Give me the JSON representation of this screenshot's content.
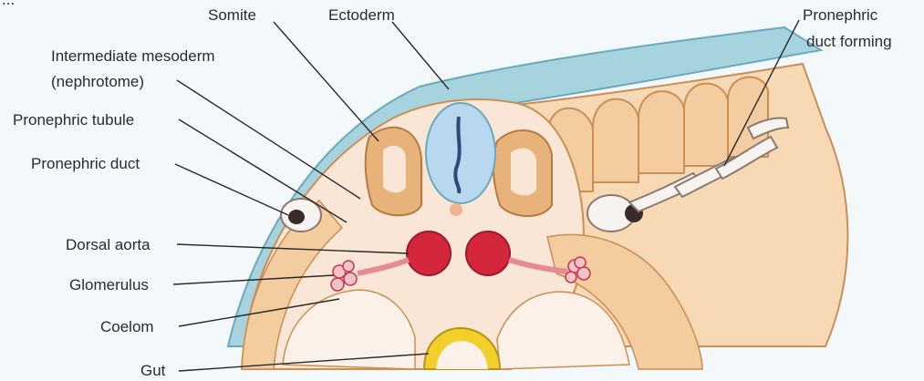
{
  "header_fragment": "...",
  "labels": {
    "somite": "Somite",
    "ectoderm": "Ectoderm",
    "pronephric_duct_forming_1": "Pronephric",
    "pronephric_duct_forming_2": "duct forming",
    "intermediate_mesoderm_1": "Intermediate mesoderm",
    "intermediate_mesoderm_2": "(nephrotome)",
    "pronephric_tubule": "Pronephric tubule",
    "pronephric_duct": "Pronephric duct",
    "dorsal_aorta": "Dorsal aorta",
    "glomerulus": "Glomerulus",
    "coelom": "Coelom",
    "gut": "Gut"
  },
  "colors": {
    "background": "#f3f8fb",
    "ectoderm": "#a7d3df",
    "tissue_light": "#f9e6d6",
    "tissue_dark": "#e8b37a",
    "tissue_mid": "#f3cc9f",
    "neural_tube": "#b8d8ef",
    "aorta": "#d4273b",
    "gut_yellow": "#f2cf2b",
    "label_text": "#2b2b2b"
  }
}
